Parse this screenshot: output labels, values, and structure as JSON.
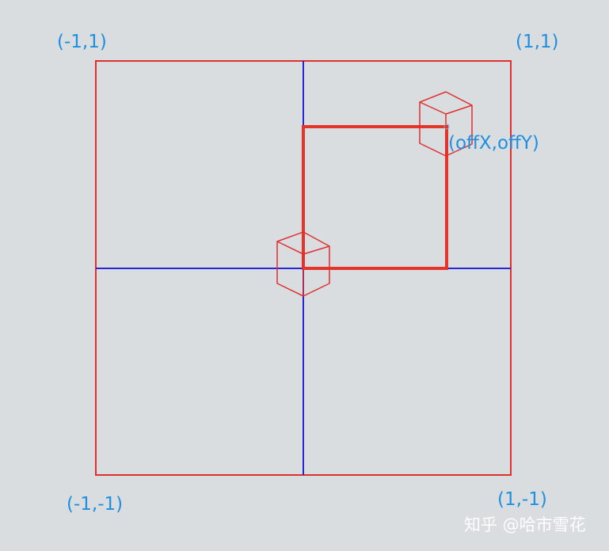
{
  "labels": {
    "top_left": "(-1,1)",
    "top_right": "(1,1)",
    "bottom_left": "(-1,-1)",
    "bottom_right": "(1,-1)",
    "offset_point": "(offX,offY)"
  },
  "watermark": "知乎 @哈市雪花",
  "colors": {
    "background": "#d9dddf",
    "frame": "#e02f2f",
    "axes": "#2525d8",
    "labels": "#1f8fe0",
    "watermark": "#ffffff"
  }
}
